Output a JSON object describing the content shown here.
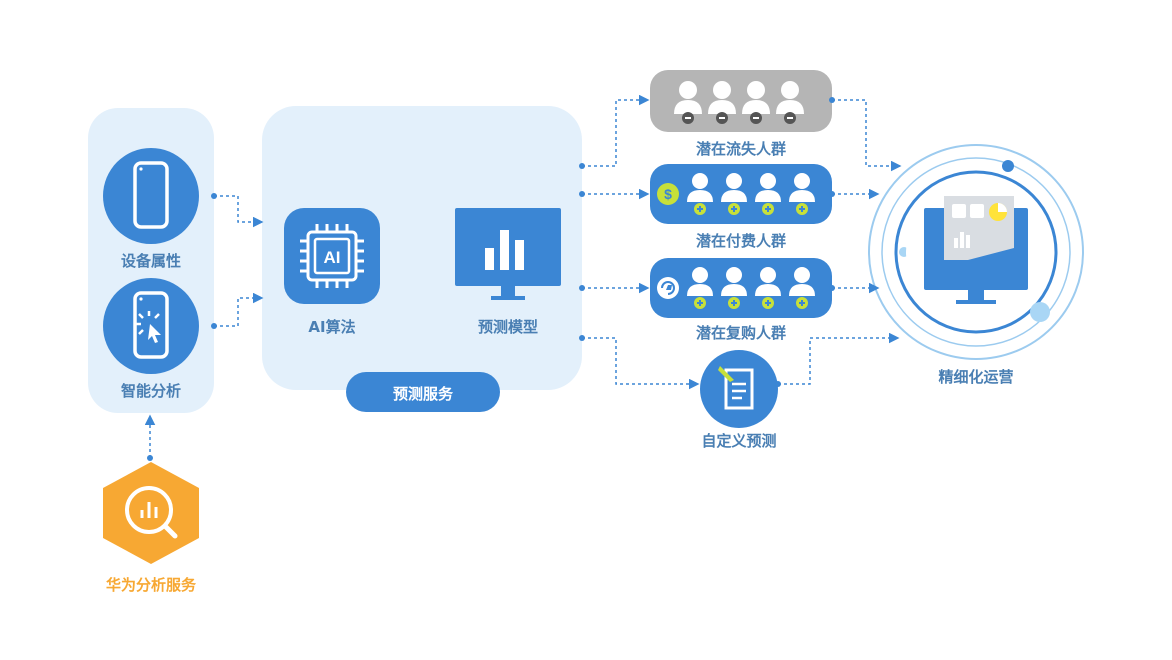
{
  "left": {
    "device_label": "设备属性",
    "analysis_label": "智能分析"
  },
  "center": {
    "ai_label": "AI算法",
    "ai_chip_text": "AI",
    "model_label": "预测模型",
    "service_label": "预测服务"
  },
  "source": {
    "label": "华为分析服务"
  },
  "groups": [
    {
      "label": "潜在流失人群"
    },
    {
      "label": "潜在付费人群"
    },
    {
      "label": "潜在复购人群"
    }
  ],
  "custom": {
    "label": "自定义预测"
  },
  "target": {
    "label": "精细化运营"
  },
  "colors": {
    "primary": "#3b86d4",
    "panel": "#e3f0fb",
    "label": "#4a7fb3",
    "gray_pill": "#b5b5b5",
    "orange": "#f7a833",
    "yellow_green": "#c7e03a"
  }
}
